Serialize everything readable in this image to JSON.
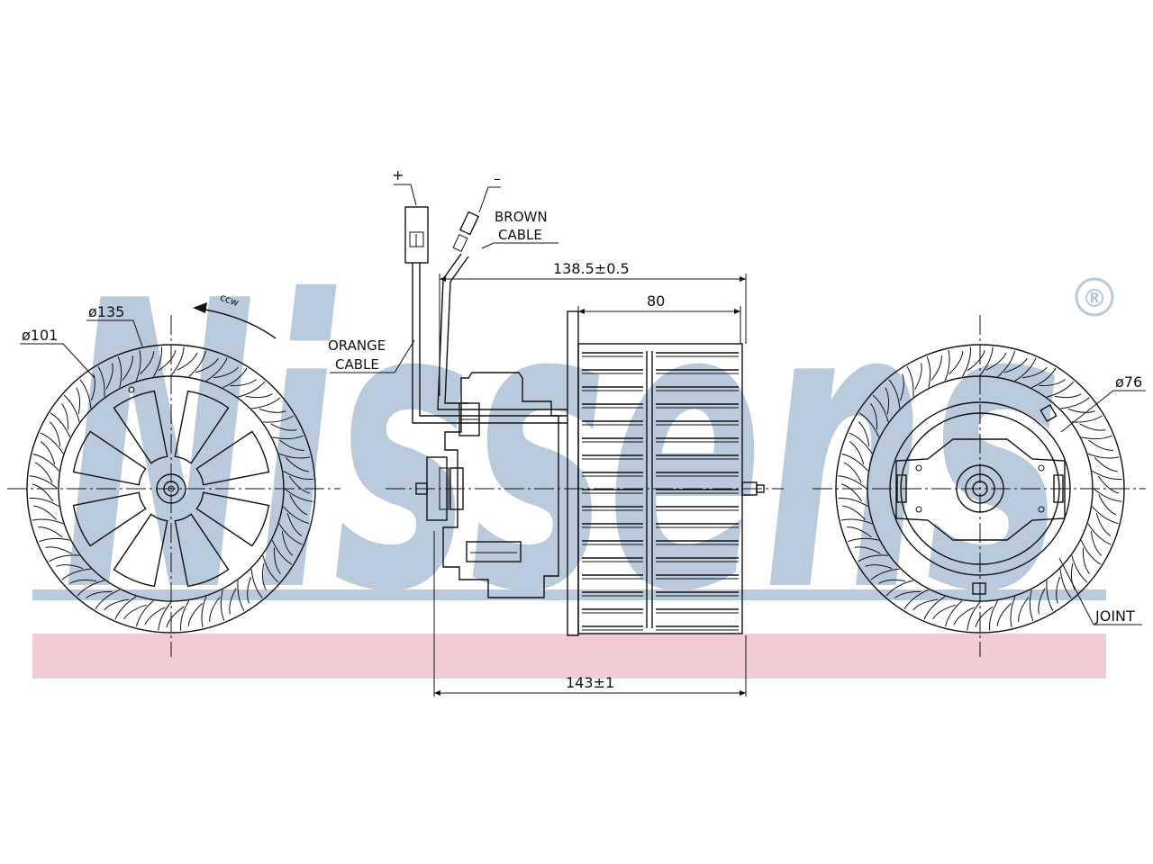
{
  "watermark": {
    "brand": "Nissens",
    "registered_mark": "®",
    "blue": "#b8cadc",
    "pink": "#f2ccd3"
  },
  "labels": {
    "plus": "+",
    "minus": "–",
    "brown_cable_line1": "BROWN",
    "brown_cable_line2": "CABLE",
    "orange_cable_line1": "ORANGE",
    "orange_cable_line2": "CABLE",
    "rotation": "ccw",
    "d101": "ø101",
    "d135": "ø135",
    "d76": "ø76",
    "joint": "JOINT",
    "dim_width": "138.5±0.5",
    "dim_fan": "80",
    "dim_total": "143±1"
  }
}
